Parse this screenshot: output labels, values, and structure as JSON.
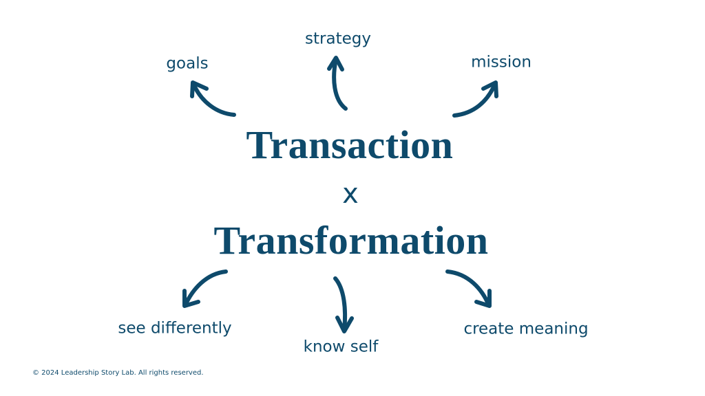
{
  "title": {
    "top": "Transaction",
    "operator": "x",
    "bottom": "Transformation"
  },
  "transaction_items": [
    "goals",
    "strategy",
    "mission"
  ],
  "transformation_items": [
    "see differently",
    "know self",
    "create meaning"
  ],
  "footer": {
    "copyright": "© 2024 Leadership Story Lab. All rights reserved."
  },
  "colors": {
    "primary": "#0e4a6b",
    "background": "#ffffff"
  }
}
